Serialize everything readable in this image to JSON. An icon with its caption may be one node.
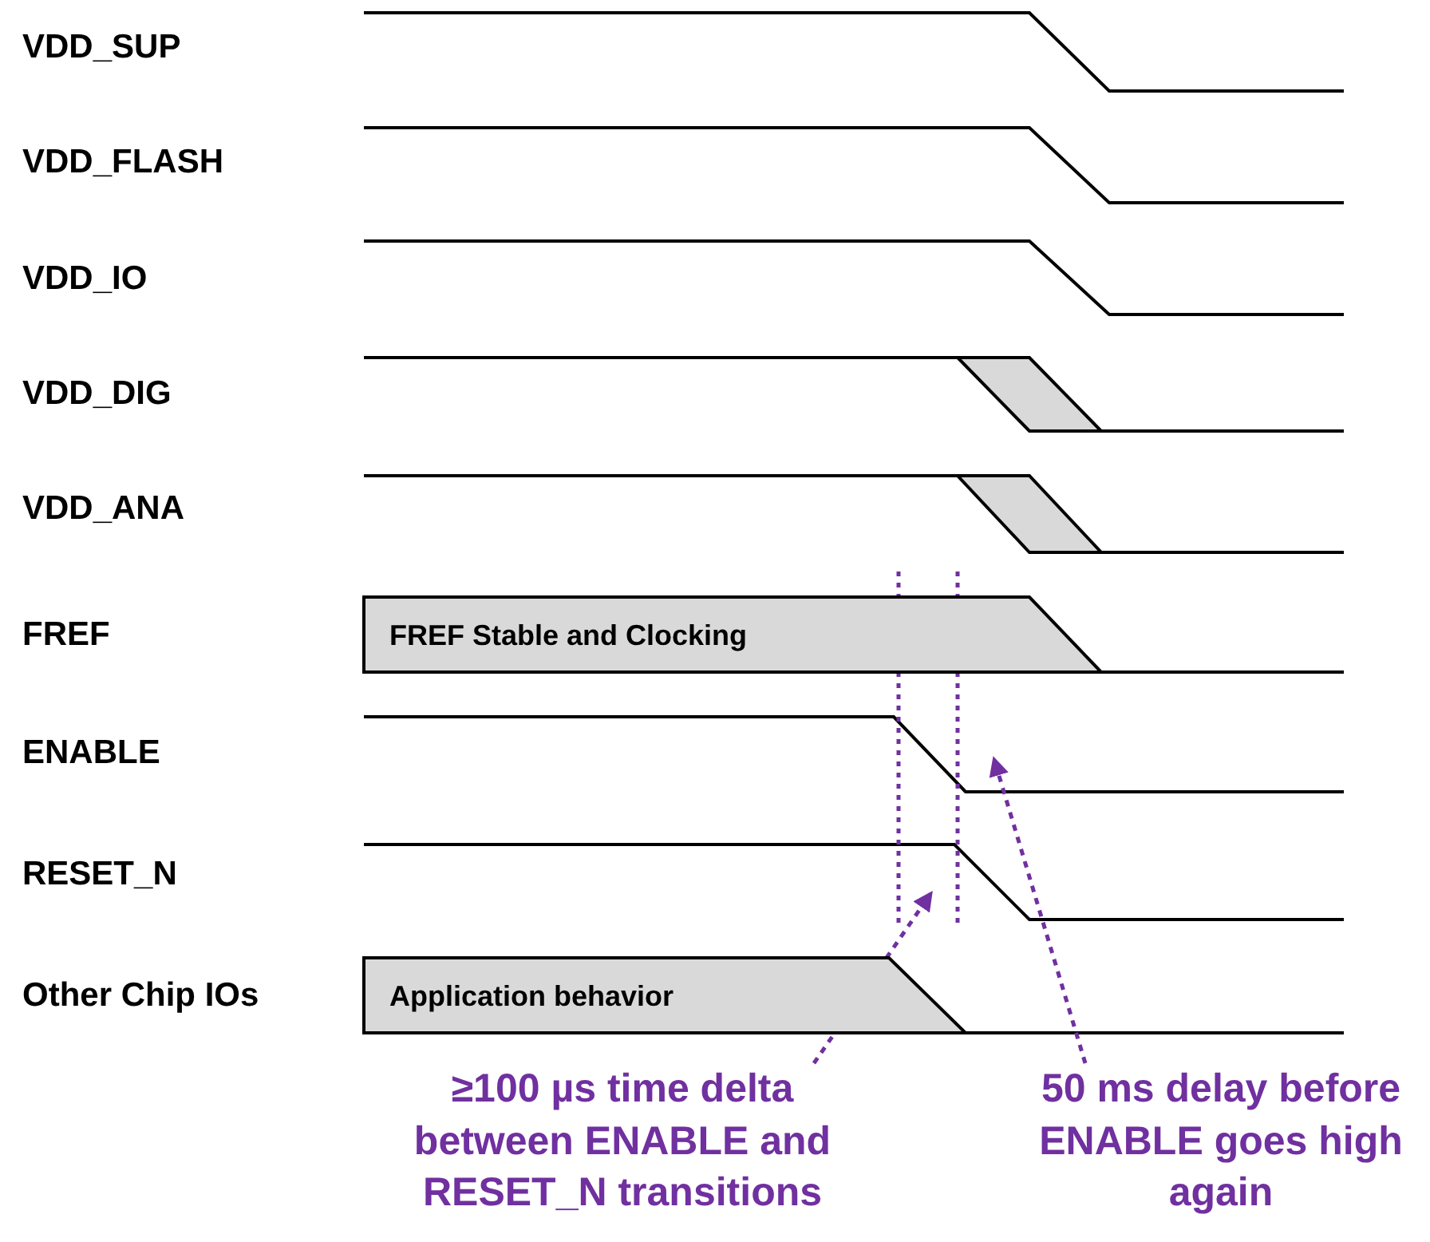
{
  "diagram": {
    "nodes": [
      {
        "text": [
          "FREF Stable and Clocking"
        ]
      },
      {
        "text": [
          "Application behavior"
        ]
      },
      {
        "text": [
          "≥100 µs time delta between ENABLE and RESET_N transitions"
        ]
      },
      {
        "text": [
          "50 ms delay before ENABLE goes high again"
        ]
      }
    ],
    "edges": [
      {
        "from": 2,
        "to": null,
        "arrow": "to",
        "style": "dashed",
        "color": "#7030a0"
      },
      {
        "from": 3,
        "to": null,
        "arrow": "to",
        "style": "dashed",
        "color": "#7030a0"
      }
    ],
    "labels": [
      "VDD_SUP",
      "VDD_FLASH",
      "VDD_IO",
      "VDD_DIG",
      "VDD_ANA",
      "FREF",
      "ENABLE",
      "RESET_N",
      "Other Chip IOs"
    ]
  }
}
